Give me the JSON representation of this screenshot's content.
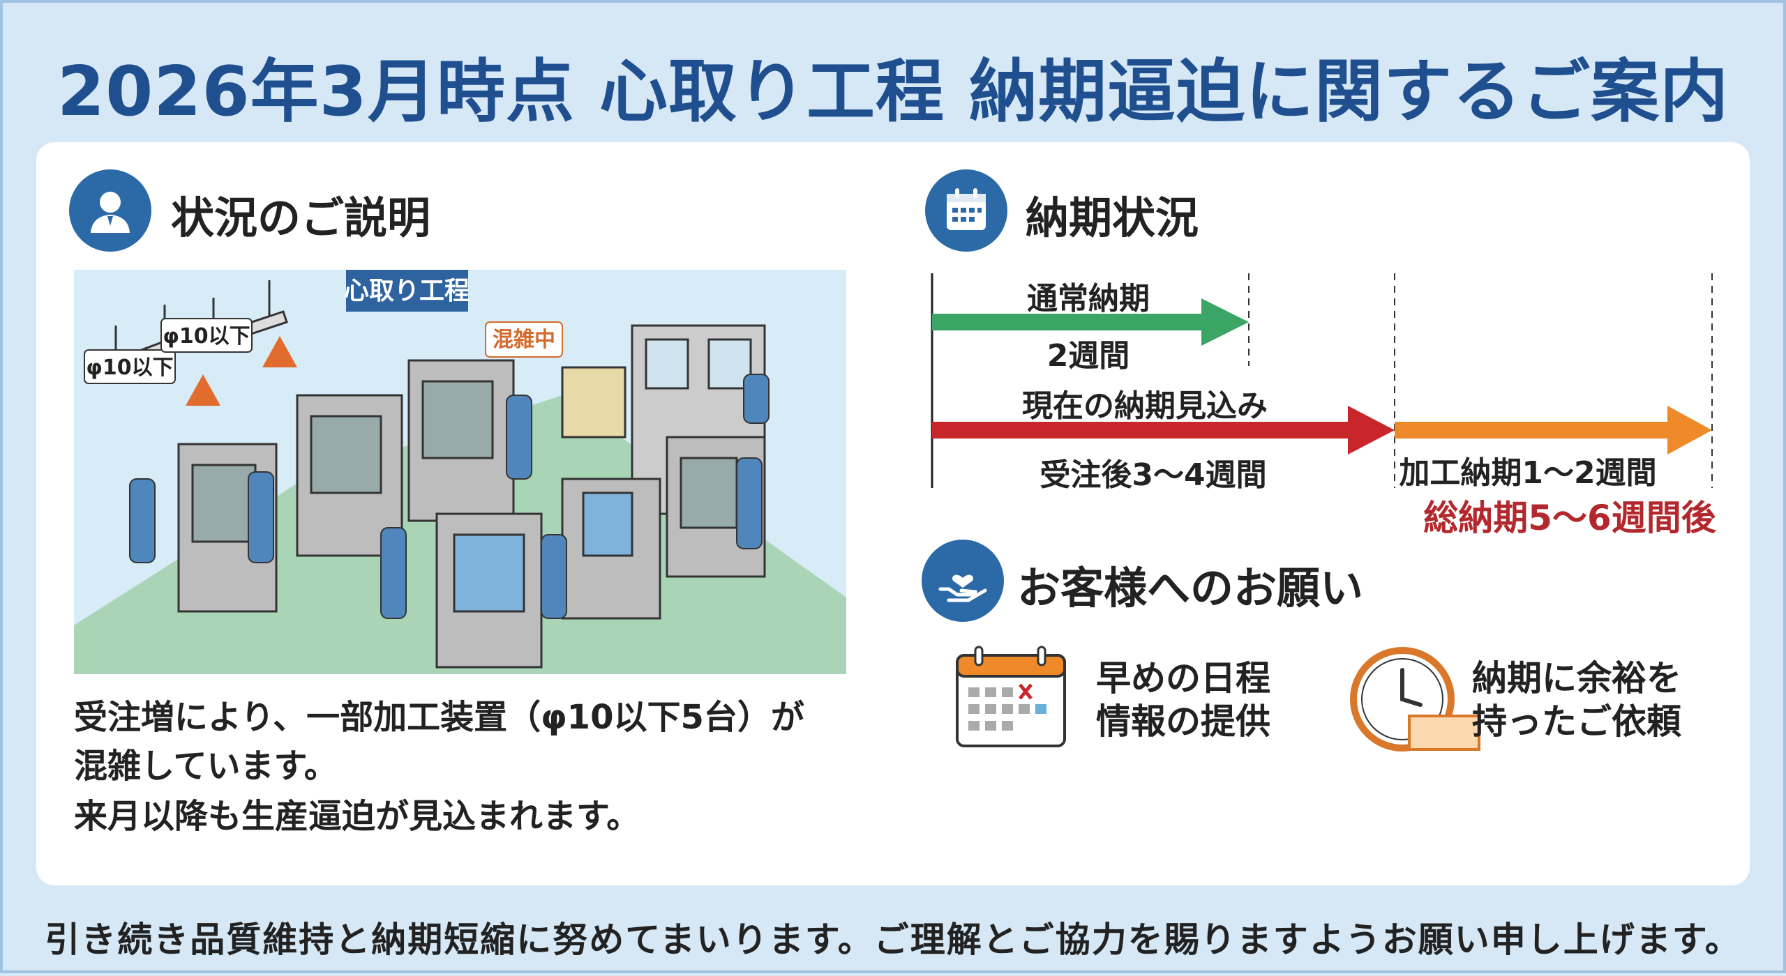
{
  "title": "2026年3月時点 心取り工程 納期逼迫に関するご案内",
  "situation": {
    "heading": "状況のご説明",
    "illustration": {
      "process_label": "心取り工程",
      "machine_tag_1": "φ10以下",
      "machine_tag_2": "φ10以下",
      "busy_tag": "混雑中"
    },
    "lines": [
      "受注増により、一部加工装置（φ10以下5台）が",
      "混雑しています。",
      "来月以降も生産逼迫が見込まれます。"
    ]
  },
  "delivery": {
    "heading": "納期状況",
    "normal_label": "通常納期",
    "normal_duration": "2週間",
    "current_label": "現在の納期見込み",
    "current_duration": "受注後3～4週間",
    "processing_duration": "加工納期1～2週間",
    "total": "総納期5～6週間後",
    "colors": {
      "normal": "#3aa564",
      "current": "#c8262b",
      "processing": "#ee8a2a",
      "total": "#b3282d"
    }
  },
  "requests": {
    "heading": "お客様へのお願い",
    "items": [
      {
        "icon": "calendar-icon",
        "lines": [
          "早めの日程",
          "情報の提供"
        ]
      },
      {
        "icon": "clock-icon",
        "lines": [
          "納期に余裕を",
          "持ったご依頼"
        ]
      }
    ]
  },
  "footer": "引き続き品質維持と納期短縮に努めてまいります。ご理解とご協力を賜りますようお願い申し上げます。"
}
